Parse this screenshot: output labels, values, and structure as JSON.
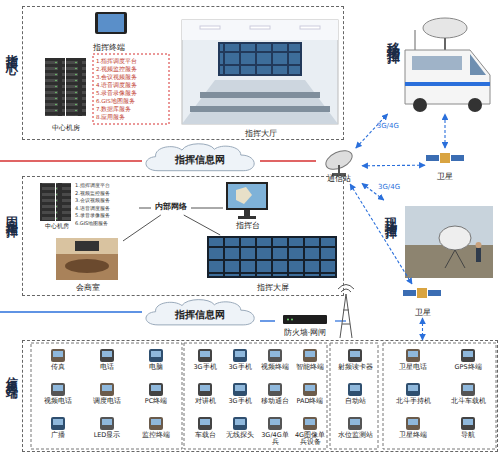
{
  "diagram": {
    "nodes": [
      {
        "text": [
          "指挥中心"
        ]
      },
      {
        "text": [
          "指挥终端"
        ],
        "in": 0
      },
      {
        "text": [
          "中心机房",
          "1.指挥调度平台",
          "2.视频监控服务",
          "3.会议视频服务",
          "4.语音调度服务",
          "5.录音录像服务",
          "6.GIS地图服务",
          "7.数据库服务",
          "8.应用服务"
        ],
        "in": 0
      },
      {
        "text": [
          "指挥大厅"
        ],
        "in": 0
      },
      {
        "text": [
          "指挥信息网"
        ]
      },
      {
        "text": [
          "移动指挥"
        ]
      },
      {
        "text": [
          "通信站"
        ]
      },
      {
        "text": [
          "卫星"
        ]
      },
      {
        "text": [
          "现场指挥"
        ]
      },
      {
        "text": [
          "固定指挥"
        ]
      },
      {
        "text": [
          "中心机房",
          "1.指挥调度平台",
          "2.视频监控服务",
          "3.会议视频服务",
          "4.语音调度服务",
          "5.录音录像服务",
          "6.GIS地图服务"
        ],
        "in": 9
      },
      {
        "text": [
          "内部网络"
        ],
        "in": 9
      },
      {
        "text": [
          "指挥台"
        ],
        "in": 9
      },
      {
        "text": [
          "会商室"
        ],
        "in": 9
      },
      {
        "text": [
          "指挥大屏"
        ],
        "in": 9
      },
      {
        "text": [
          "卫星"
        ]
      },
      {
        "text": [
          "指挥信息网"
        ]
      },
      {
        "text": [
          "防火墙·网闸"
        ]
      },
      {
        "text": [
          "信息终端"
        ]
      },
      {
        "text": [
          "传真"
        ],
        "in": 18
      },
      {
        "text": [
          "电话"
        ],
        "in": 18
      },
      {
        "text": [
          "电脑"
        ],
        "in": 18
      },
      {
        "text": [
          "视频电话"
        ],
        "in": 18
      },
      {
        "text": [
          "调度电话"
        ],
        "in": 18
      },
      {
        "text": [
          "PC终端"
        ],
        "in": 18
      },
      {
        "text": [
          "广播"
        ],
        "in": 18
      },
      {
        "text": [
          "LED显示"
        ],
        "in": 18
      },
      {
        "text": [
          "监控终端"
        ],
        "in": 18
      },
      {
        "text": [
          "3G手机"
        ],
        "in": 18
      },
      {
        "text": [
          "3G手机"
        ],
        "in": 18
      },
      {
        "text": [
          "视频终端"
        ],
        "in": 18
      },
      {
        "text": [
          "智能终端"
        ],
        "in": 18
      },
      {
        "text": [
          "对讲机"
        ],
        "in": 18
      },
      {
        "text": [
          "3G手机"
        ],
        "in": 18
      },
      {
        "text": [
          "移动通台"
        ],
        "in": 18
      },
      {
        "text": [
          "PAD终端"
        ],
        "in": 18
      },
      {
        "text": [
          "车载台"
        ],
        "in": 18
      },
      {
        "text": [
          "无线探头"
        ],
        "in": 18
      },
      {
        "text": [
          "3G/4G单兵"
        ],
        "in": 18
      },
      {
        "text": [
          "4G图像单兵设备"
        ],
        "in": 18
      },
      {
        "text": [
          "射频读卡器"
        ],
        "in": 18
      },
      {
        "text": [
          "自动站"
        ],
        "in": 18
      },
      {
        "text": [
          "水位监测站"
        ],
        "in": 18
      },
      {
        "text": [
          "卫星电话"
        ],
        "in": 18
      },
      {
        "text": [
          "GPS终端"
        ],
        "in": 18
      },
      {
        "text": [
          "北斗手持机"
        ],
        "in": 18
      },
      {
        "text": [
          "北斗车载机"
        ],
        "in": 18
      },
      {
        "text": [
          "卫星终端"
        ],
        "in": 18
      },
      {
        "text": [
          "导航"
        ],
        "in": 18
      }
    ],
    "edges": [
      {
        "from": 4,
        "to": 6,
        "arrow": "none"
      },
      {
        "from": 6,
        "to": 5,
        "arrow": "both",
        "label": "3G/4G"
      },
      {
        "from": 6,
        "to": 7,
        "arrow": "both"
      },
      {
        "from": 7,
        "to": 5,
        "arrow": "both"
      },
      {
        "from": 6,
        "to": 8,
        "arrow": "both",
        "label": "3G/4G"
      },
      {
        "from": 6,
        "to": 15,
        "arrow": "both"
      },
      {
        "from": 15,
        "to": 18,
        "arrow": "both"
      },
      {
        "from": 16,
        "to": 17,
        "arrow": "none"
      },
      {
        "from": 11,
        "to": 10,
        "arrow": "none"
      },
      {
        "from": 11,
        "to": 12,
        "arrow": "none"
      },
      {
        "from": 11,
        "to": 13,
        "arrow": "none"
      },
      {
        "from": 11,
        "to": 14,
        "arrow": "none"
      }
    ]
  }
}
